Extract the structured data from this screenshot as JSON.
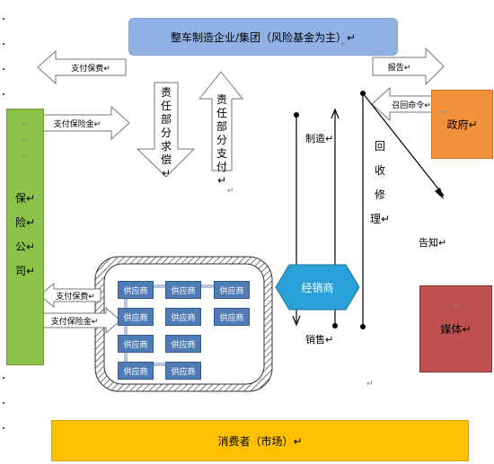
{
  "title_box": {
    "text": "整车制造企业/集团（风险基金为主）↵",
    "color": "#8fb1e3"
  },
  "insurance": {
    "chars": [
      "保↵",
      "险↵",
      "公↵",
      "司↵"
    ],
    "color": "#8bc34a"
  },
  "government": {
    "text": "政府↵",
    "color": "#f2913a"
  },
  "media": {
    "text": "媒体↵",
    "color": "#c0504d"
  },
  "consumer": {
    "text": "消费者（市场）↵",
    "color": "#ffc000"
  },
  "dealer": {
    "text": "经销商",
    "color": "#2aa0d8"
  },
  "arrows": {
    "pay_premium_top": "支付保费↵",
    "pay_claim_top": "支付保险金↵",
    "report": "报告↵",
    "recall": "召回命令↵",
    "pay_premium_bottom": "支付保费↵",
    "pay_claim_bottom": "支付保险金↵",
    "liability_claim": "责任部分求偿↵",
    "liability_pay": "责任部分支付↵"
  },
  "labels": {
    "manufacture": "制造↵",
    "sales": "销售↵",
    "recall_repair": [
      "回",
      "收",
      "修",
      "理↵"
    ],
    "notify": "告知↵"
  },
  "suppliers": {
    "label": "供应商",
    "col1": [
      "供应商",
      "供应商",
      "供应商",
      "供应商"
    ],
    "col2": [
      "供应商",
      "供应商",
      "供应商",
      "供应商"
    ],
    "col3": [
      "供应商",
      "供应商"
    ]
  },
  "marks": {
    "return": "↵"
  }
}
